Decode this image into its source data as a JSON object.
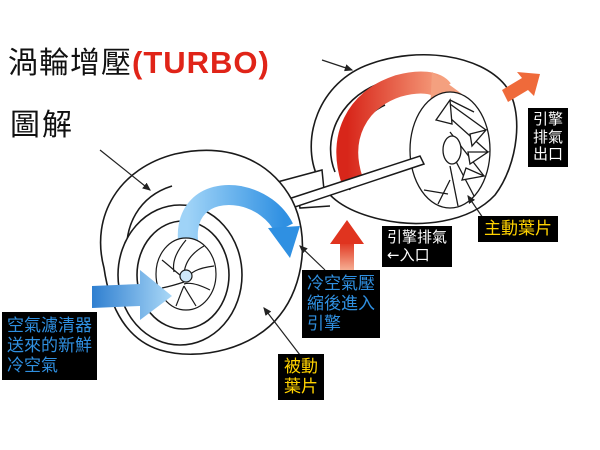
{
  "title": {
    "chinese": "渦輪增壓",
    "english": "(TURBO)"
  },
  "subtitle": "圖解",
  "labels": {
    "exhaust_outlet": "引擎\n排氣\n出口",
    "exhaust_inlet": "引擎排氣\n←入口",
    "active_blades": "主動葉片",
    "compressed_air": "冷空氣壓\n縮後進入\n引擎",
    "passive_blades": "被動\n葉片",
    "fresh_air": "空氣濾清器\n送來的新鮮\n冷空氣"
  },
  "colors": {
    "hot_flow": "#e0341f",
    "hot_flow_light": "#f59a7a",
    "cold_flow": "#2f90e2",
    "cold_flow_light": "#8cc8f5",
    "title_accent": "#e02418",
    "label_yellow": "#ffd200",
    "label_blue": "#2f8fe0"
  }
}
